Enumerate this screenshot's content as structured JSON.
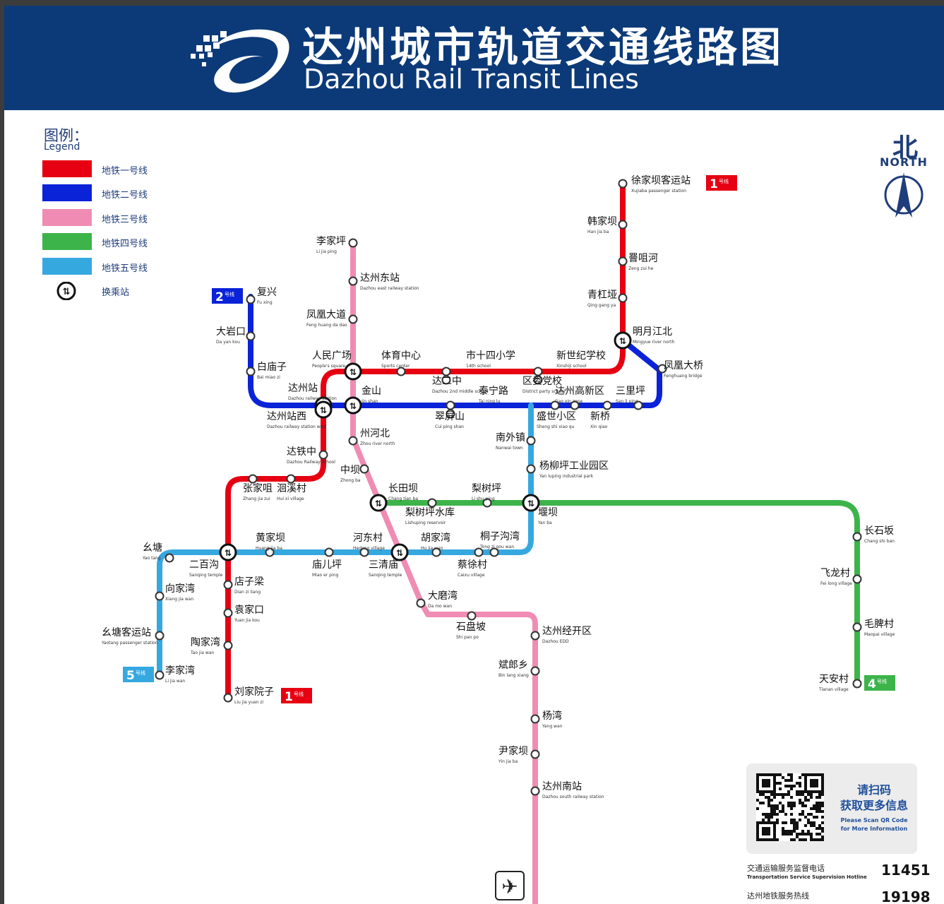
{
  "header": {
    "title_cn": "达州城市轨道交通线路图",
    "title_en": "Dazhou Rail Transit Lines"
  },
  "legend": {
    "title": "图例：",
    "subtitle": "Legend",
    "items": [
      {
        "label": "地铁一号线",
        "color": "#e60012"
      },
      {
        "label": "地铁二号线",
        "color": "#0a22d8"
      },
      {
        "label": "地铁三号线",
        "color": "#f08cb4"
      },
      {
        "label": "地铁四号线",
        "color": "#3cb44a"
      },
      {
        "label": "地铁五号线",
        "color": "#36a8e0"
      }
    ],
    "transfer_label": "换乘站",
    "transfer_icon": "transfer-icon"
  },
  "north": {
    "cn": "北",
    "en": "NORTH"
  },
  "line_badges": [
    {
      "num": "1",
      "text": "号线",
      "color": "#e60012"
    },
    {
      "num": "2",
      "text": "号线",
      "color": "#0a22d8"
    },
    {
      "num": "5",
      "text": "号线",
      "color": "#36a8e0"
    },
    {
      "num": "4",
      "text": "号线",
      "color": "#3cb44a"
    },
    {
      "num": "1",
      "text": "号线",
      "color": "#e60012"
    }
  ],
  "stations": [
    {
      "cn": "徐家坝客运站",
      "en": "Xujiaba passenger station"
    },
    {
      "cn": "韩家坝",
      "en": "Han jia ba"
    },
    {
      "cn": "罾咀河",
      "en": "Zeng zui he"
    },
    {
      "cn": "青杠垭",
      "en": "Qing gang ya"
    },
    {
      "cn": "明月江北",
      "en": "Mingyue river north"
    },
    {
      "cn": "凤凰大桥",
      "en": "Fenghuang bridge"
    },
    {
      "cn": "李家坪",
      "en": "Li jia ping"
    },
    {
      "cn": "达州东站",
      "en": "Dazhou east railway station"
    },
    {
      "cn": "凤凰大道",
      "en": "Feng huang da dao"
    },
    {
      "cn": "复兴",
      "en": "Fu xing"
    },
    {
      "cn": "大岩口",
      "en": "Da yan kou"
    },
    {
      "cn": "白庙子",
      "en": "Bai miao zi"
    },
    {
      "cn": "人民广场",
      "en": "People's square"
    },
    {
      "cn": "体育中心",
      "en": "Sports center"
    },
    {
      "cn": "市十四小学",
      "en": "14th school"
    },
    {
      "cn": "新世纪学校",
      "en": "Xinshiji school"
    },
    {
      "cn": "达二中",
      "en": "Dazhou 2nd middle school"
    },
    {
      "cn": "区委党校",
      "en": "District party school"
    },
    {
      "cn": "金山",
      "en": "Jin shan"
    },
    {
      "cn": "泰宁路",
      "en": "Tai ning lu"
    },
    {
      "cn": "达州高新区",
      "en": "Gao xin zone"
    },
    {
      "cn": "三里坪",
      "en": "San li ping"
    },
    {
      "cn": "达州站",
      "en": "Dazhou railway station"
    },
    {
      "cn": "达州站西",
      "en": "Dazhou railway station west"
    },
    {
      "cn": "翠屏山",
      "en": "Cui ping shan"
    },
    {
      "cn": "盛世小区",
      "en": "Sheng shi xiao qu"
    },
    {
      "cn": "新桥",
      "en": "Xin qiao"
    },
    {
      "cn": "州河北",
      "en": "Zhou river north"
    },
    {
      "cn": "南外镇",
      "en": "Nanwai town"
    },
    {
      "cn": "达铁中",
      "en": "Dazhou Railway school"
    },
    {
      "cn": "杨柳坪工业园区",
      "en": "Yan luping industrial park"
    },
    {
      "cn": "中坝",
      "en": "Zhong ba"
    },
    {
      "cn": "张家咀",
      "en": "Zhang jia zui"
    },
    {
      "cn": "洄溪村",
      "en": "Hui xi village"
    },
    {
      "cn": "长田坝",
      "en": "Chang tian ba"
    },
    {
      "cn": "梨树坪",
      "en": "Li shu ping"
    },
    {
      "cn": "堰坝",
      "en": "Yan ba"
    },
    {
      "cn": "梨树坪水库",
      "en": "Lishuping reservoir"
    },
    {
      "cn": "长石坂",
      "en": "Chang shi ban"
    },
    {
      "cn": "幺塘",
      "en": "Yao tang"
    },
    {
      "cn": "黄家坝",
      "en": "Huang jia ba"
    },
    {
      "cn": "河东村",
      "en": "Hedong village"
    },
    {
      "cn": "胡家湾",
      "en": "Hu jia wan"
    },
    {
      "cn": "桐子沟湾",
      "en": "Tong zi gou wan"
    },
    {
      "cn": "二百沟",
      "en": "Sanqing temple"
    },
    {
      "cn": "庙儿坪",
      "en": "Miao er ping"
    },
    {
      "cn": "三清庙",
      "en": "Sanqing temple"
    },
    {
      "cn": "蔡徐村",
      "en": "Caixu village"
    },
    {
      "cn": "飞龙村",
      "en": "Fei long village"
    },
    {
      "cn": "向家湾",
      "en": "Xiang jia wan"
    },
    {
      "cn": "店子梁",
      "en": "Dian zi liang"
    },
    {
      "cn": "大磨湾",
      "en": "Da mo wan"
    },
    {
      "cn": "袁家口",
      "en": "Yuan jia kou"
    },
    {
      "cn": "石盘坡",
      "en": "Shi pan po"
    },
    {
      "cn": "达州经开区",
      "en": "Dazhou EDD"
    },
    {
      "cn": "幺塘客运站",
      "en": "Yaotang passenger station"
    },
    {
      "cn": "毛脾村",
      "en": "Maopai village"
    },
    {
      "cn": "陶家湾",
      "en": "Tao jia wan"
    },
    {
      "cn": "斌郎乡",
      "en": "Bin lang xiang"
    },
    {
      "cn": "李家湾",
      "en": "Li jia wan"
    },
    {
      "cn": "天安村",
      "en": "Tianan village"
    },
    {
      "cn": "刘家院子",
      "en": "Liu jia yuan zi"
    },
    {
      "cn": "杨湾",
      "en": "Yang wan"
    },
    {
      "cn": "尹家坝",
      "en": "Yin jia ba"
    },
    {
      "cn": "达州南站",
      "en": "Dazhou south railway station"
    }
  ],
  "airport_icon": "airplane-icon",
  "qr": {
    "line1": "请扫码",
    "line2": "获取更多信息",
    "line3": "Please Scan QR Code",
    "line4": "for More Information"
  },
  "hotlines": [
    {
      "label": "交通运输服务监督电话",
      "sub": "Transportation Service Supervision Hotline",
      "number": "11451"
    },
    {
      "label": "达州地铁服务热线",
      "sub": "",
      "number": "19198"
    }
  ]
}
